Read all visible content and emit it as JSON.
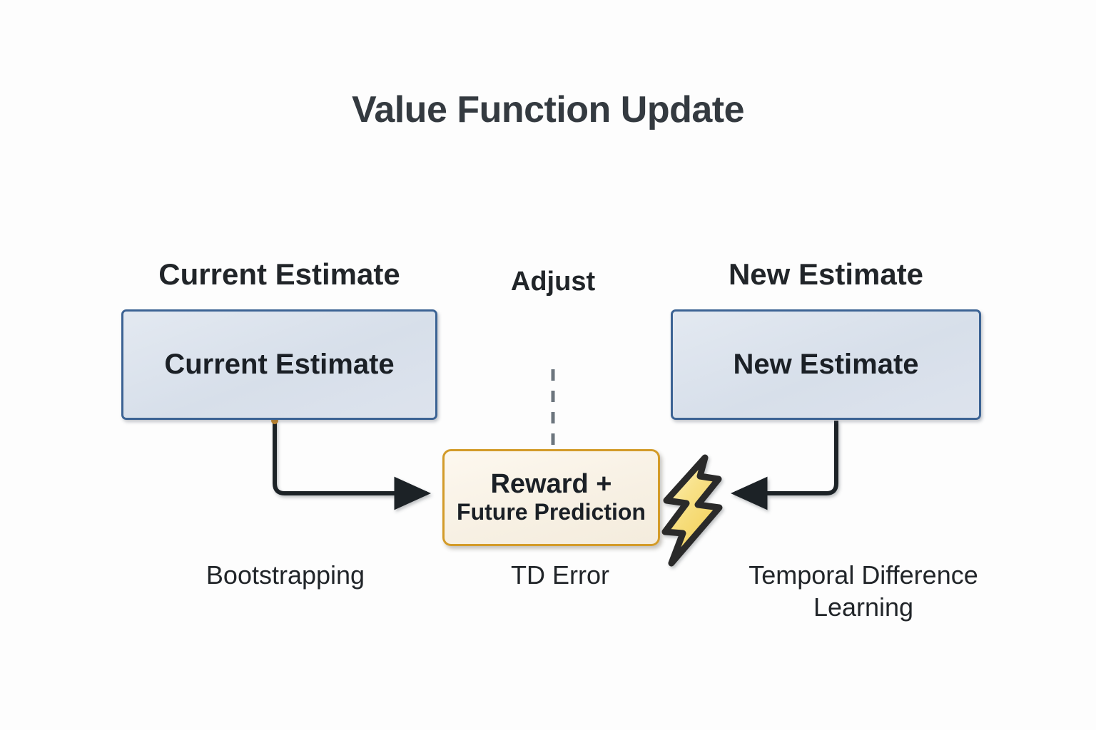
{
  "title": "Value Function Update",
  "nodes": {
    "current_caption": "Current Estimate",
    "current_box": "Current Estimate",
    "new_caption": "New Estimate",
    "new_box": "New Estimate",
    "reward_line1": "Reward +",
    "reward_line2": "Future Prediction"
  },
  "edges": {
    "adjust": "Adjust"
  },
  "chain": {
    "bootstrapping": "Bootstrapping",
    "td_error": "TD Error",
    "temporal_difference_learning": "Temporal Difference Learning"
  },
  "icons": {
    "lightning": "lightning-bolt-icon"
  },
  "colors": {
    "background": "#fdfdfd",
    "title_text": "#343a40",
    "body_text": "#212529",
    "estimate_box_fill": "#dce3ed",
    "estimate_box_border": "#3c6394",
    "reward_box_fill": "#f7f0e3",
    "reward_box_border": "#d39b29",
    "arrow": "#1b2026",
    "dashed_connector": "#6c757d",
    "lightning_fill": "#f7dd7a",
    "lightning_outline": "#2b2b2b"
  }
}
